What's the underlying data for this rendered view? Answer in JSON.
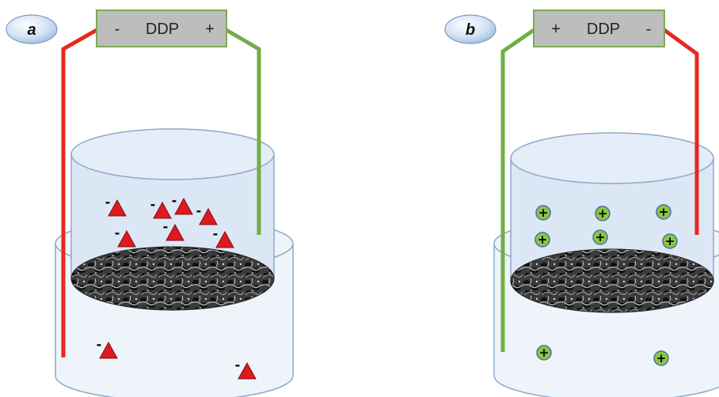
{
  "panels": [
    {
      "label": "a",
      "source": {
        "text": "DDP",
        "left_sign": "-",
        "right_sign": "+"
      },
      "ion_type": "anion",
      "ion_sign": "-",
      "colors": {
        "left_wire": "#e8281e",
        "right_wire": "#6fae45",
        "ion": "#e0191e"
      }
    },
    {
      "label": "b",
      "source": {
        "text": "DDP",
        "left_sign": "+",
        "right_sign": "-"
      },
      "ion_type": "cation",
      "ion_sign": "+",
      "colors": {
        "left_wire": "#6fae45",
        "right_wire": "#e8281e",
        "ion": "#8ac640"
      }
    }
  ],
  "colors": {
    "beaker_fill": "#eef4fa",
    "chamber_fill": "#dce7f6",
    "outline": "#8fa9c8",
    "source_fill": "#bdbdbd",
    "source_border": "#7eaa55"
  }
}
